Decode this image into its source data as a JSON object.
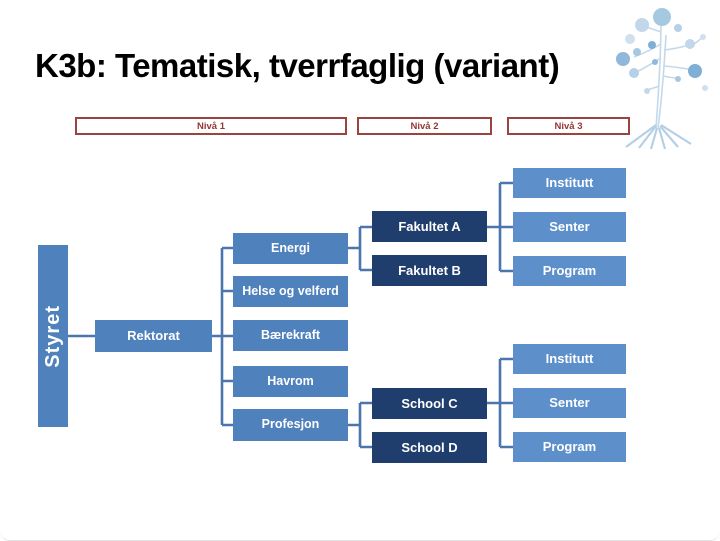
{
  "title": "K3b: Tematisk, tverrfaglig (variant)",
  "levels": {
    "level1": "Nivå 1",
    "level2": "Nivå 2",
    "level3": "Nivå 3"
  },
  "chart": {
    "board": "Styret",
    "rectorate": "Rektorat",
    "themes": [
      "Energi",
      "Helse og velferd",
      "Bærekraft",
      "Havrom",
      "Profesjon"
    ],
    "group1": {
      "units": [
        "Fakultet A",
        "Fakultet B"
      ],
      "subunits": [
        "Institutt",
        "Senter",
        "Program"
      ]
    },
    "group2": {
      "units": [
        "School C",
        "School D"
      ],
      "subunits": [
        "Institutt",
        "Senter",
        "Program"
      ]
    }
  },
  "colors": {
    "primary_blue": "#4F81BD",
    "dark_navy": "#1F3E6D",
    "light_blue": "#5D8FCB",
    "connector_blue": "#4A75AD",
    "level_maroon": "#953735",
    "title_black": "#000000"
  },
  "icons": {
    "tree": "tree-decoration"
  }
}
